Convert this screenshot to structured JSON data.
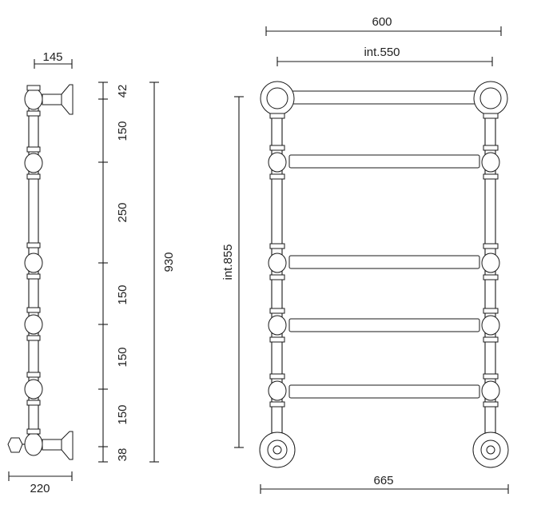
{
  "side_view": {
    "dims": {
      "bracket_depth": "145",
      "base_width": "220",
      "seg_top": "42",
      "seg_1": "150",
      "seg_2": "250",
      "seg_3": "150",
      "seg_4": "150",
      "seg_5": "150",
      "seg_bottom": "38",
      "total_height": "930"
    }
  },
  "front_view": {
    "dims": {
      "outer_width": "600",
      "inner_width": "int.550",
      "inner_height": "int.855",
      "base_width": "665"
    }
  }
}
